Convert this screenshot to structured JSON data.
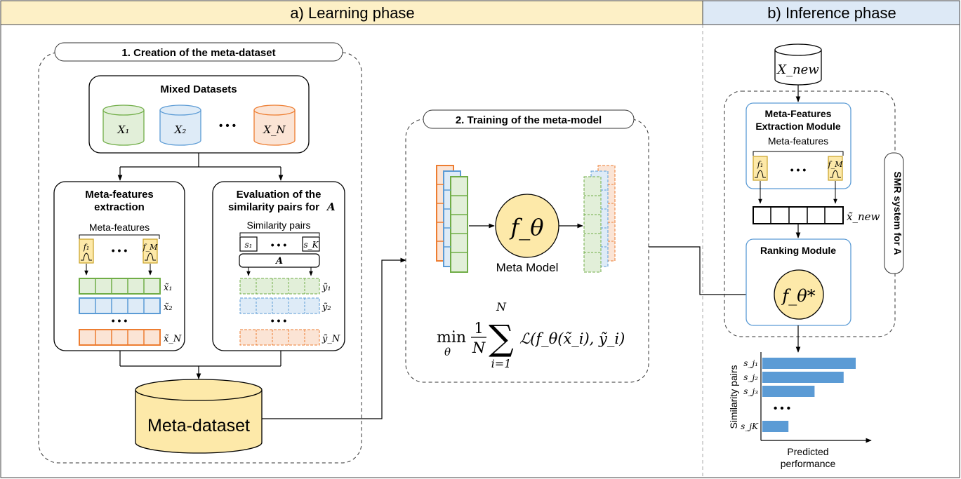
{
  "header": {
    "learning_phase": "a) Learning phase",
    "inference_phase": "b) Inference phase"
  },
  "creation": {
    "title": "1. Creation of the meta-dataset",
    "mixed_datasets_title": "Mixed Datasets",
    "datasets": [
      "X₁",
      "X₂",
      "X_N"
    ],
    "dots": "• • •",
    "meta_features_extraction": {
      "title_line1": "Meta-features",
      "title_line2": "extraction",
      "label": "Meta-features",
      "feature_first": "f₁",
      "feature_last": "f_M",
      "vectors": [
        "x̃₁",
        "x̃₂",
        "x̃_N"
      ]
    },
    "similarity_evaluation": {
      "title_line1": "Evaluation of the",
      "title_line2": "similarity pairs for",
      "algorithm": "A",
      "label": "Similarity pairs",
      "pair_first": "s₁",
      "pair_last": "s_K",
      "targets": [
        "ỹ₁",
        "ỹ₂",
        "ỹ_N"
      ]
    },
    "meta_dataset": "Meta-dataset"
  },
  "training": {
    "title": "2. Training of the meta-model",
    "model_symbol": "f_θ",
    "model_label": "Meta Model",
    "objective": {
      "min": "min",
      "min_sub": "θ",
      "frac_num": "1",
      "frac_den": "N",
      "sum_top": "N",
      "sum_bottom": "i=1",
      "body": "ℒ(f_θ(x̃_i), ỹ_i)"
    }
  },
  "inference": {
    "input": "X_new",
    "mfe_module_line1": "Meta-Features",
    "mfe_module_line2": "Extraction Module",
    "mfe_label": "Meta-features",
    "feature_first": "f₁",
    "feature_last": "f_M",
    "vector_label": "x̃_new",
    "ranking_module": "Ranking Module",
    "ranking_symbol": "f_θ*",
    "system_label": "SMR system for A",
    "ranking_axis_y": "Similarity pairs",
    "ranking_axis_x_line1": "Predicted",
    "ranking_axis_x_line2": "performance",
    "ranking_items": [
      "s_j₁",
      "s_j₂",
      "s_j₃",
      "s_jK"
    ]
  },
  "chart_data": {
    "type": "bar",
    "orientation": "horizontal",
    "categories": [
      "s_j1",
      "s_j2",
      "s_j3",
      "s_jK"
    ],
    "values": [
      0.93,
      0.81,
      0.52,
      0.26
    ],
    "ylabel": "Similarity pairs",
    "xlabel": "Predicted performance",
    "grid": false
  },
  "colors": {
    "learning_header": "#fdf0c6",
    "inference_header": "#dde9f6",
    "green": "#70ad47",
    "green_fill": "#e2efd9",
    "blue": "#5b9bd5",
    "blue_fill": "#deebf7",
    "orange": "#ed7d31",
    "orange_fill": "#fbe4d5",
    "yellow_fill": "#fde9a9",
    "yellow_stroke": "#c9a227",
    "bar": "#5b9bd5",
    "module_border": "#5b9bd5"
  }
}
